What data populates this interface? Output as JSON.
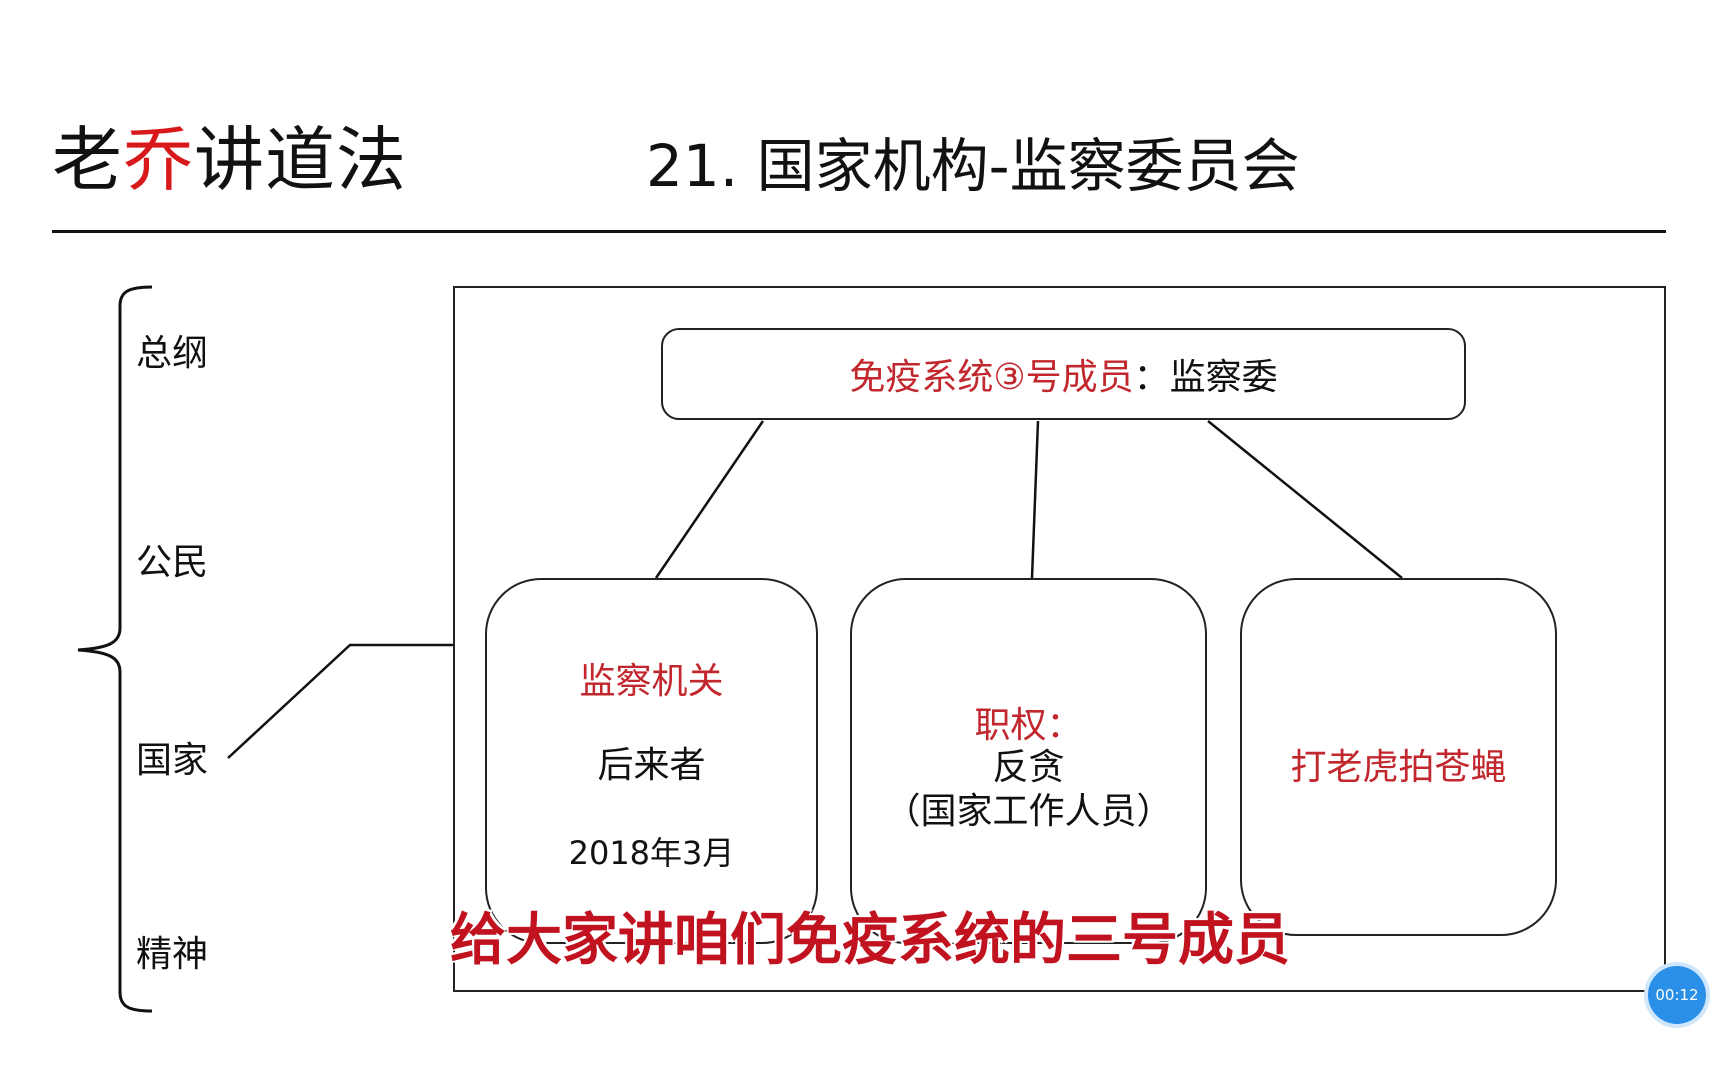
{
  "header": {
    "brand_prefix": "老",
    "brand_accent": "乔",
    "brand_suffix": "讲道法",
    "title": "21. 国家机构-监察委员会"
  },
  "outline": {
    "items": [
      "总纲",
      "公民",
      "国家",
      "精神"
    ]
  },
  "diagram": {
    "top_box": {
      "red_text": "免疫系统③号成员",
      "black_text": "：监察委"
    },
    "card1": {
      "heading": "监察机关",
      "line1": "后来者",
      "line2": "2018年3月"
    },
    "card2": {
      "heading": "职权：",
      "line1": "反贪",
      "line2": "（国家工作人员）"
    },
    "card3": {
      "heading": "打老虎拍苍蝇"
    }
  },
  "subtitle": "给大家讲咱们免疫系统的三号成员",
  "timer": "00:12",
  "colors": {
    "accent_red": "#c1272d",
    "subtitle_red": "#c1121f",
    "timer_blue": "#2a8fe6"
  }
}
